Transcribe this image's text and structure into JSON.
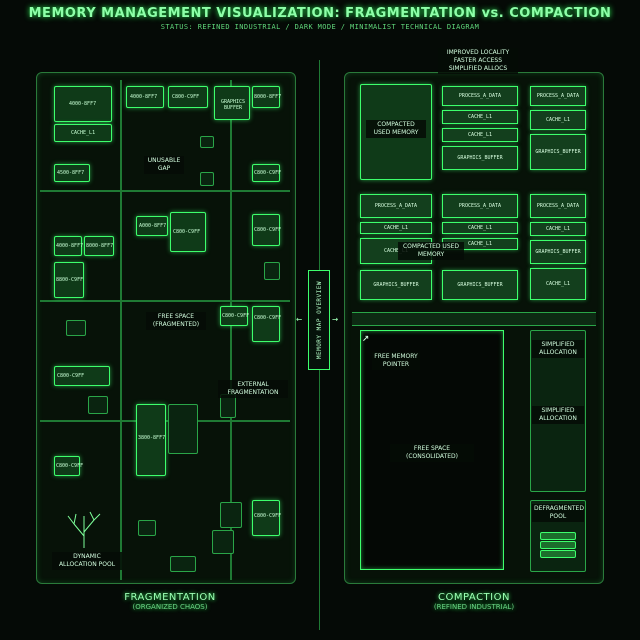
{
  "header": {
    "title": "MEMORY MANAGEMENT VISUALIZATION: FRAGMENTATION vs. COMPACTION",
    "subtitle": "STATUS: REFINED INDUSTRIAL / DARK MODE / MINIMALIST TECHNICAL DIAGRAM"
  },
  "center": {
    "label": "MEMORY MAP OVERVIEW"
  },
  "left": {
    "blocks": [
      "4000-8FF7",
      "4000-8FF7",
      "C800-C9FF",
      "GRAPHICS BUFFER",
      "8000-8FF7",
      "CACHE_L1",
      "4500-8FF7",
      "C800-C9FF",
      "A000-8FF7",
      "C800-C9FF",
      "C800-C9FF",
      "4000-8FF7",
      "8000-8FF7",
      "8800-C9FF",
      "C800-C9FF",
      "C800-C9FF",
      "C800-C9FF",
      "3800-8FF7",
      "C800-C9FF",
      "C800-C9FF"
    ],
    "notes": {
      "unusable_gap": "UNUSABLE GAP",
      "free_space": "FREE SPACE (FRAGMENTED)",
      "external": "EXTERNAL FRAGMENTATION",
      "pool": "DYNAMIC ALLOCATION POOL"
    },
    "bottom_title": "FRAGMENTATION",
    "bottom_sub": "(ORGANIZED CHAOS)"
  },
  "right": {
    "top_note": "IMPROVED LOCALITY FASTER ACCESS SIMPLIFIED ALLOCS",
    "compacted_1": "COMPACTED USED MEMORY",
    "compacted_2": "COMPACTED USED MEMORY",
    "slots": {
      "process": "PROCESS_A_DATA",
      "cache": "CACHE_L1",
      "graphics": "GRAPHICS_BUFFER"
    },
    "free_pointer": "FREE MEMORY POINTER",
    "free_space": "FREE SPACE (CONSOLIDATED)",
    "simplified_1": "SIMPLIFIED ALLOCATION",
    "simplified_2": "SIMPLIFIED ALLOCATION",
    "pool": "DEFRAGMENTED POOL",
    "bottom_title": "COMPACTION",
    "bottom_sub": "(REFINED INDUSTRIAL)"
  },
  "colors": {
    "accent": "#3dff6c",
    "background": "#050a06",
    "panel": "#071208"
  }
}
